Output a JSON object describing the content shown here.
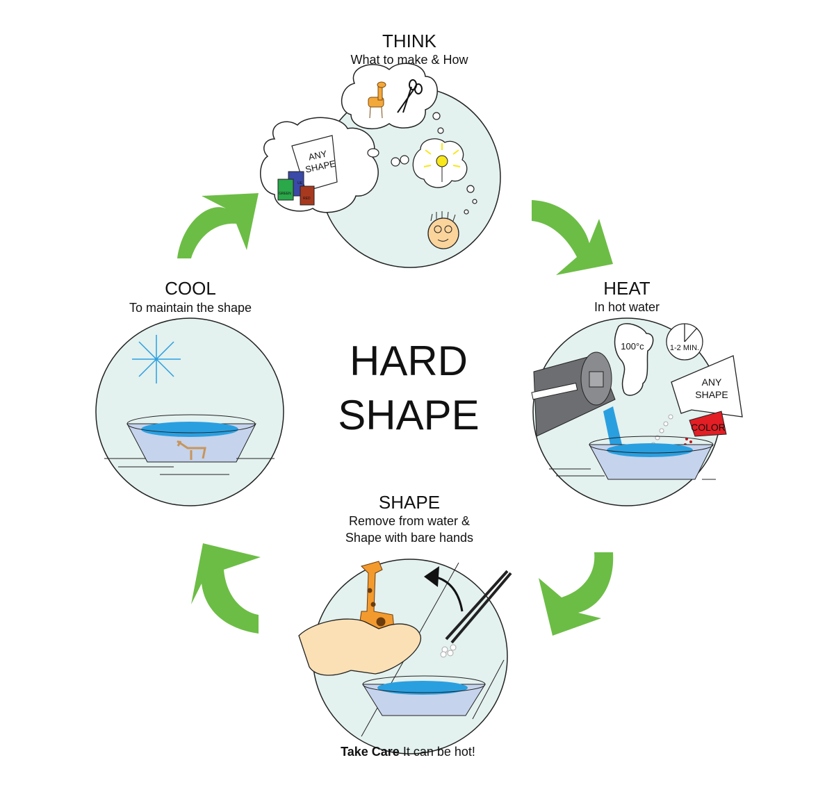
{
  "center": {
    "line1": "HARD",
    "line2": "SHAPE"
  },
  "steps": {
    "think": {
      "title": "THINK",
      "subtitle": "What to make & How",
      "bag_line1": "ANY",
      "bag_line2": "SHAPE",
      "can_green": "GREEN",
      "can_blue": "UE",
      "can_red": "RED"
    },
    "heat": {
      "title": "HEAT",
      "subtitle": "In hot water",
      "temp": "100°c",
      "timer": "1-2 MIN.",
      "paper_line1": "ANY",
      "paper_line2": "SHAPE",
      "color_label": "COLOR"
    },
    "shape": {
      "title": "SHAPE",
      "subtitle_line1": "Remove from water &",
      "subtitle_line2": "Shape with bare hands",
      "warning_bold": "Take Care",
      "warning_rest": " It can be hot!"
    },
    "cool": {
      "title": "COOL",
      "subtitle": "To maintain the shape"
    }
  },
  "colors": {
    "arrow": "#6cbd45",
    "circle_fill": "#e3f1ef",
    "water": "#2a9fe0",
    "bowl": "#c5d3ec",
    "color_flag": "#e31e24"
  }
}
